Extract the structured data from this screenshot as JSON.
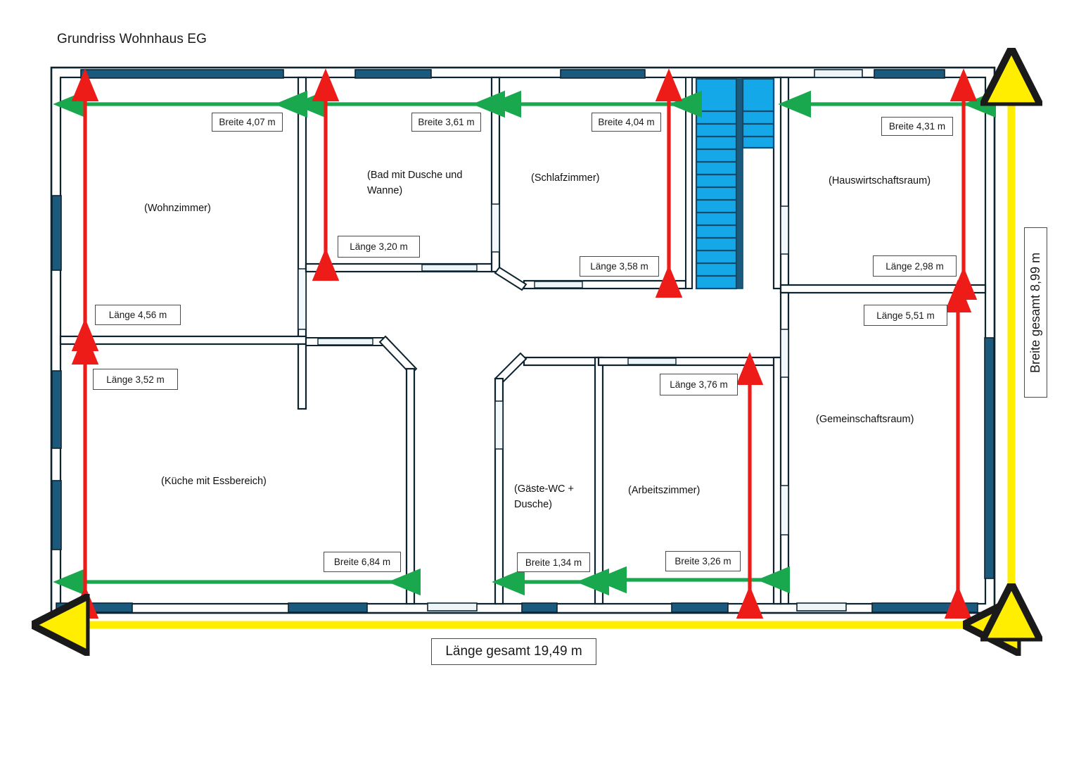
{
  "title": "Grundriss Wohnhaus EG",
  "colors": {
    "wall": "#0d2430",
    "wall_fill": "#ffffff",
    "window": "#1c5a7d",
    "window_light": "#d8e8f0",
    "stair": "#14a8e8",
    "stair_edge": "#0d4a6b",
    "arrow_length": "#ee1c18",
    "arrow_width": "#1aa84f",
    "arrow_total": "#ffee00",
    "arrow_total_edge": "#1a1a1a",
    "label_border": "#4a4a4a",
    "text": "#1a1a1a"
  },
  "rooms": [
    {
      "key": "wohnzimmer",
      "label": "(Wohnzimmer)"
    },
    {
      "key": "bad",
      "label": "(Bad mit Dusche und\nWanne)"
    },
    {
      "key": "schlafzimmer",
      "label": "(Schlafzimmer)"
    },
    {
      "key": "hauswirtschaftsraum",
      "label": "(Hauswirtschaftsraum)"
    },
    {
      "key": "kueche",
      "label": "(Küche mit Essbereich)"
    },
    {
      "key": "gaeste_wc",
      "label": "(Gäste-WC +\nDusche)"
    },
    {
      "key": "arbeitszimmer",
      "label": "(Arbeitszimmer)"
    },
    {
      "key": "gemeinschaftsraum",
      "label": "(Gemeinschaftsraum)"
    }
  ],
  "dimensions": {
    "wohnzimmer_breite": "Breite 4,07 m",
    "wohnzimmer_laenge": "Länge 4,56 m",
    "bad_breite": "Breite 3,61 m",
    "bad_laenge": "Länge 3,20 m",
    "schlafzimmer_breite": "Breite 4,04 m",
    "schlafzimmer_laenge": "Länge 3,58 m",
    "hauswirtschaftsraum_breite": "Breite 4,31 m",
    "hauswirtschaftsraum_laenge": "Länge 2,98  m",
    "kueche_laenge": "Länge 3,52 m",
    "kueche_breite": "Breite 6,84 m",
    "gaeste_wc_breite": "Breite 1,34 m",
    "arbeitszimmer_laenge": "Länge 3,76 m",
    "arbeitszimmer_breite": "Breite 3,26 m",
    "gemeinschaftsraum_laenge": "Länge 5,51 m",
    "gesamt_laenge": "Länge gesamt 19,49 m",
    "gesamt_breite": "Breite gesamt 8,99 m"
  },
  "chart_data": {
    "type": "table",
    "title": "Grundriss Wohnhaus EG",
    "units": "m",
    "overall": {
      "laenge_gesamt": 19.49,
      "breite_gesamt": 8.99
    },
    "rooms": [
      {
        "name": "Wohnzimmer",
        "breite": 4.07,
        "laenge": 4.56
      },
      {
        "name": "Bad mit Dusche und Wanne",
        "breite": 3.61,
        "laenge": 3.2
      },
      {
        "name": "Schlafzimmer",
        "breite": 4.04,
        "laenge": 3.58
      },
      {
        "name": "Hauswirtschaftsraum",
        "breite": 4.31,
        "laenge": 2.98
      },
      {
        "name": "Küche mit Essbereich",
        "breite": 6.84,
        "laenge": 3.52
      },
      {
        "name": "Gäste-WC + Dusche",
        "breite": 1.34,
        "laenge": null
      },
      {
        "name": "Arbeitszimmer",
        "breite": 3.26,
        "laenge": 3.76
      },
      {
        "name": "Gemeinschaftsraum",
        "breite": null,
        "laenge": 5.51
      }
    ]
  }
}
